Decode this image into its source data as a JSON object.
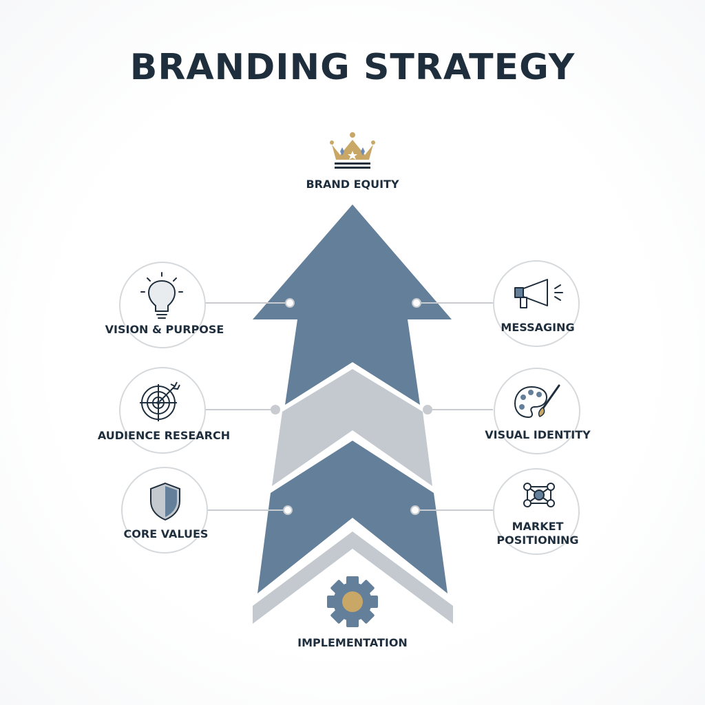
{
  "title": "BRANDING STRATEGY",
  "top": {
    "label": "BRAND EQUITY",
    "icon": "crown-icon"
  },
  "bottom": {
    "label": "IMPLEMENTATION",
    "icon": "gear-icon"
  },
  "left_items": [
    {
      "label": "VISION & PURPOSE",
      "icon": "lightbulb-icon"
    },
    {
      "label": "AUDIENCE RESEARCH",
      "icon": "target-arrow-icon"
    },
    {
      "label": "CORE VALUES",
      "icon": "shield-icon"
    }
  ],
  "right_items": [
    {
      "label": "MESSAGING",
      "icon": "megaphone-icon"
    },
    {
      "label": "VISUAL IDENTITY",
      "icon": "palette-icon"
    },
    {
      "label_line1": "MARKET",
      "label_line2": "POSITIONING",
      "icon": "network-icon"
    }
  ],
  "colors": {
    "arrow_blue": "#637f99",
    "arrow_gray": "#c3c9ce",
    "text_dark": "#1f2e3d",
    "gold": "#c9a766",
    "circle_border": "#d6d9dc",
    "connector": "#c8ccd0"
  }
}
